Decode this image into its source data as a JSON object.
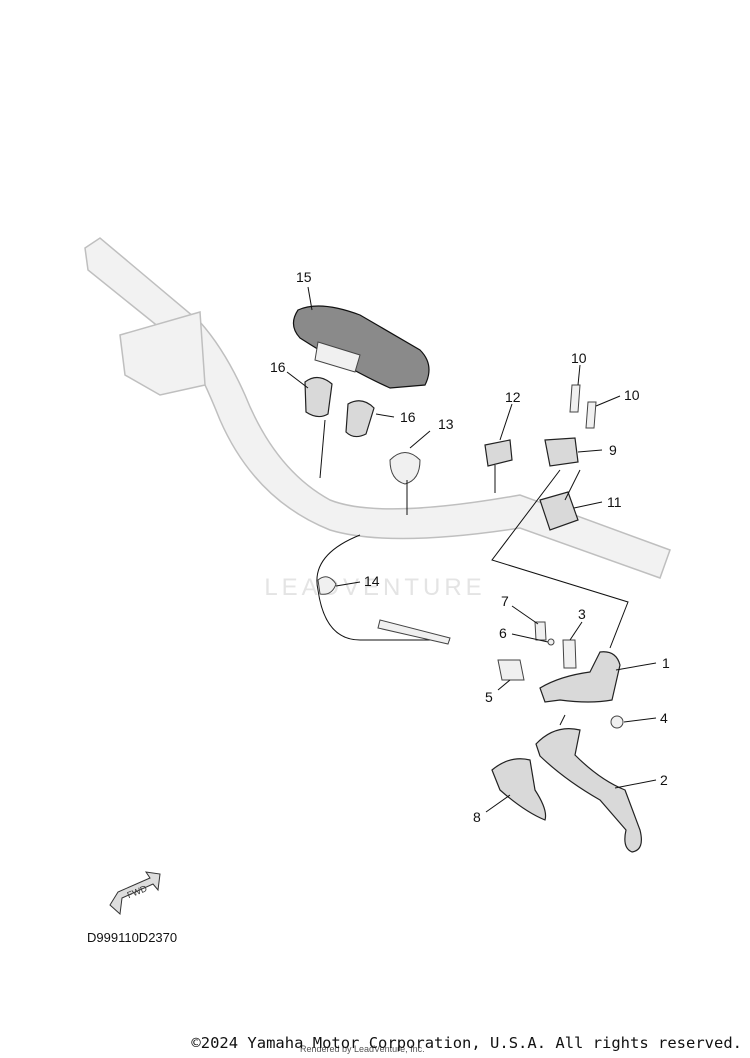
{
  "callouts": {
    "c1": "1",
    "c2": "2",
    "c3": "3",
    "c4": "4",
    "c5": "5",
    "c6": "6",
    "c7": "7",
    "c8": "8",
    "c9": "9",
    "c10a": "10",
    "c10b": "10",
    "c11": "11",
    "c12": "12",
    "c13": "13",
    "c14": "14",
    "c15": "15",
    "c16a": "16",
    "c16b": "16"
  },
  "fwd_label": "FWD",
  "diagram_code": "D999110D2370",
  "watermark": "LEADVENTURE",
  "copyright": "©2024 Yamaha Motor Corporation, U.S.A. All rights reserved.",
  "rendered_by": "Rendered by LeadVenture, Inc."
}
